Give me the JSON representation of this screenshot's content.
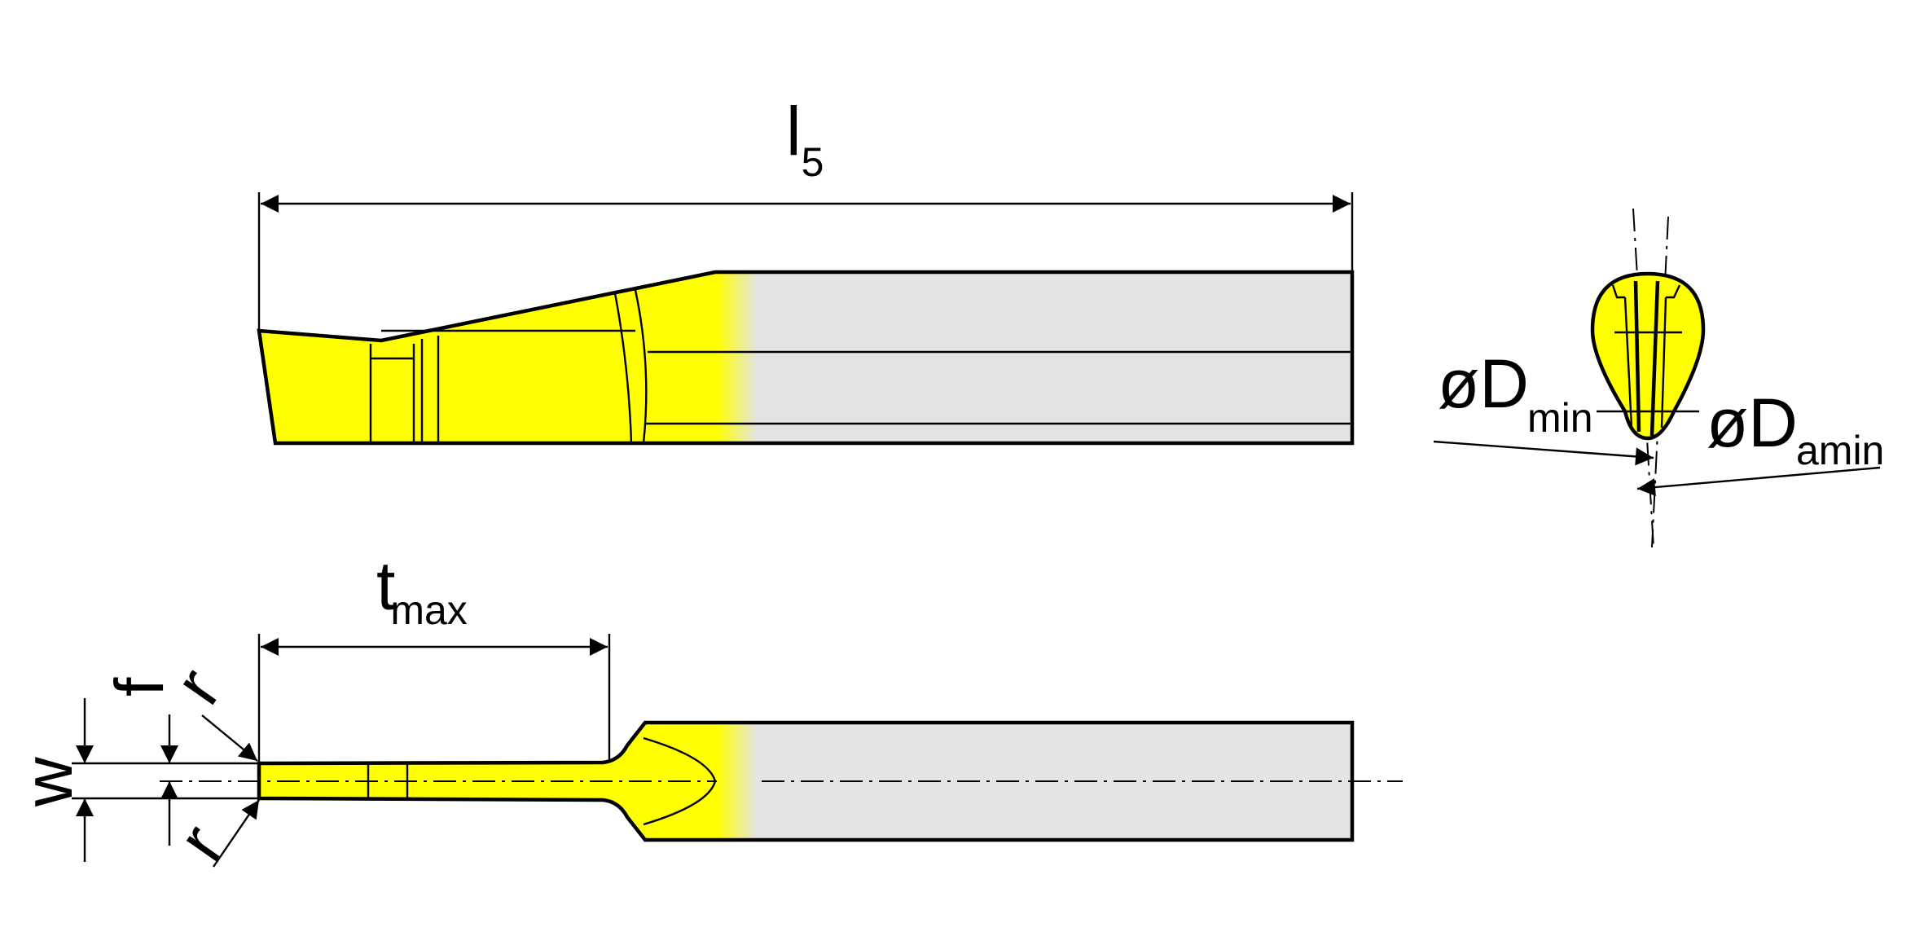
{
  "colors": {
    "insert": "#FFFF00",
    "shank": "#E4E4E4",
    "outline": "#000000",
    "background": "#FFFFFF"
  },
  "labels": {
    "l5": {
      "main": "l",
      "sub": "5"
    },
    "tmax": {
      "main": "t",
      "sub": "max"
    },
    "w": "w",
    "f": "f",
    "r_top": "r",
    "r_bottom": "r",
    "dmin": {
      "main": "øD",
      "sub": "min"
    },
    "damin": {
      "main": "øD",
      "sub": "amin"
    }
  }
}
